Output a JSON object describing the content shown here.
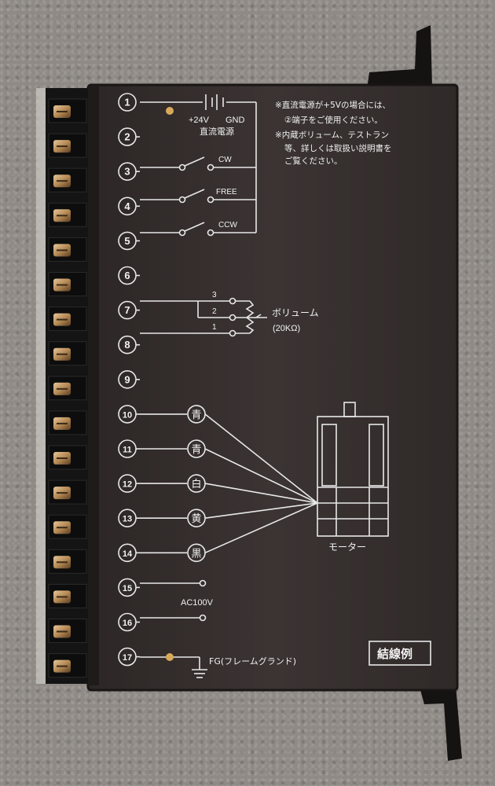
{
  "terminals": [
    {
      "n": "1"
    },
    {
      "n": "2"
    },
    {
      "n": "3"
    },
    {
      "n": "4"
    },
    {
      "n": "5"
    },
    {
      "n": "6"
    },
    {
      "n": "7"
    },
    {
      "n": "8"
    },
    {
      "n": "9"
    },
    {
      "n": "10"
    },
    {
      "n": "11"
    },
    {
      "n": "12"
    },
    {
      "n": "13"
    },
    {
      "n": "14"
    },
    {
      "n": "15"
    },
    {
      "n": "16"
    },
    {
      "n": "17"
    }
  ],
  "power": {
    "plus": "+24V",
    "gnd": "GND",
    "label": "直流電源"
  },
  "note": [
    "※直流電源が+5Vの場合には、",
    "②端子をご使用ください。",
    "※内蔵ボリューム、テストラン",
    "等、詳しくは取扱い説明書を",
    "ご覧ください。"
  ],
  "switches": {
    "cw": "CW",
    "free": "FREE",
    "ccw": "CCW"
  },
  "volume": {
    "p3": "3",
    "p2": "2",
    "p1": "1",
    "label": "ボリューム",
    "value": "(20KΩ)"
  },
  "wires": [
    "青",
    "青",
    "白",
    "黄",
    "黒"
  ],
  "motor_label": "モーター",
  "ac_label": "AC100V",
  "fg_label": "FG(フレームグランド)",
  "diagram_title": "結線例",
  "colors": {
    "panel": "#37302f",
    "print": "#f2f2f2",
    "terminal": "#141414",
    "screw": "#b58a55"
  }
}
